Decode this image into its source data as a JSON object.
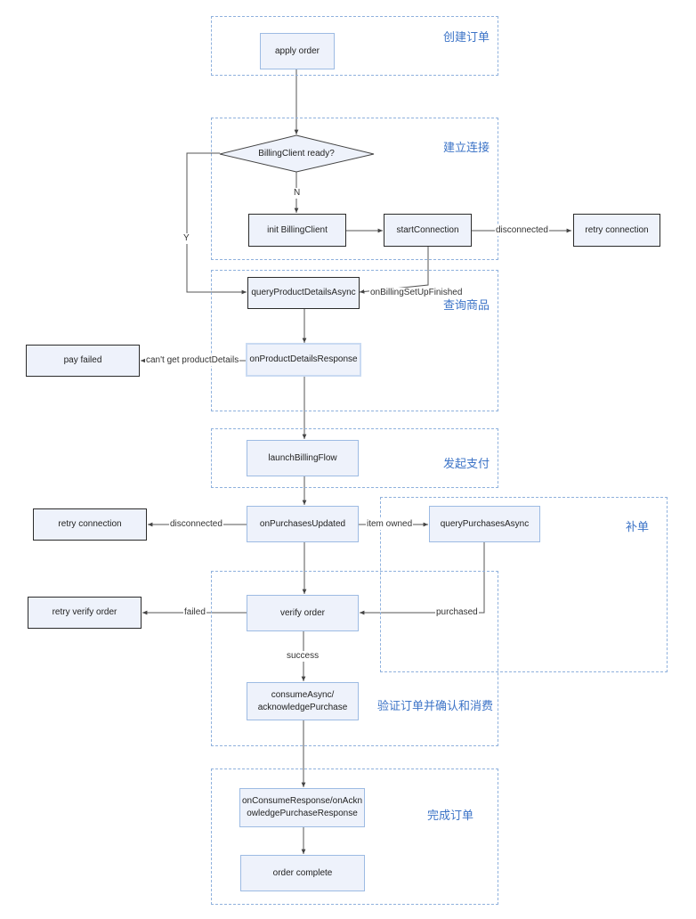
{
  "groups": {
    "create_order": "创建订单",
    "connect": "建立连接",
    "query_product": "查询商品",
    "pay": "发起支付",
    "reissue": "补单",
    "verify": "验证订单并确认和消费",
    "complete": "完成订单"
  },
  "nodes": {
    "apply_order": "apply order",
    "billing_ready": "BillingClient ready?",
    "init_billing": "init BillingClient",
    "start_connection": "startConnection",
    "retry_connection_1": "retry connection",
    "query_product_details": "queryProductDetailsAsync",
    "on_product_details": "onProductDetailsResponse",
    "pay_failed": "pay failed",
    "launch_billing": "launchBillingFlow",
    "on_purchases_updated": "onPurchasesUpdated",
    "retry_connection_2": "retry connection",
    "query_purchases": "queryPurchasesAsync",
    "verify_order": "verify order",
    "retry_verify": "retry verify order",
    "consume_line1": "consumeAsync/",
    "consume_line2": "acknowledgePurchase",
    "on_consume_line1": "onConsumeResponse/onAckn",
    "on_consume_line2": "owledgePurchaseResponse",
    "order_complete": "order complete"
  },
  "edge_labels": {
    "n": "N",
    "y": "Y",
    "disconnected_1": "disconnected",
    "on_setup_finished": "onBillingSetUpFinished",
    "cant_get": "can't get productDetails",
    "disconnected_2": "disconnected",
    "item_owned": "item owned",
    "purchased": "purchased",
    "failed": "failed",
    "success": "success"
  }
}
